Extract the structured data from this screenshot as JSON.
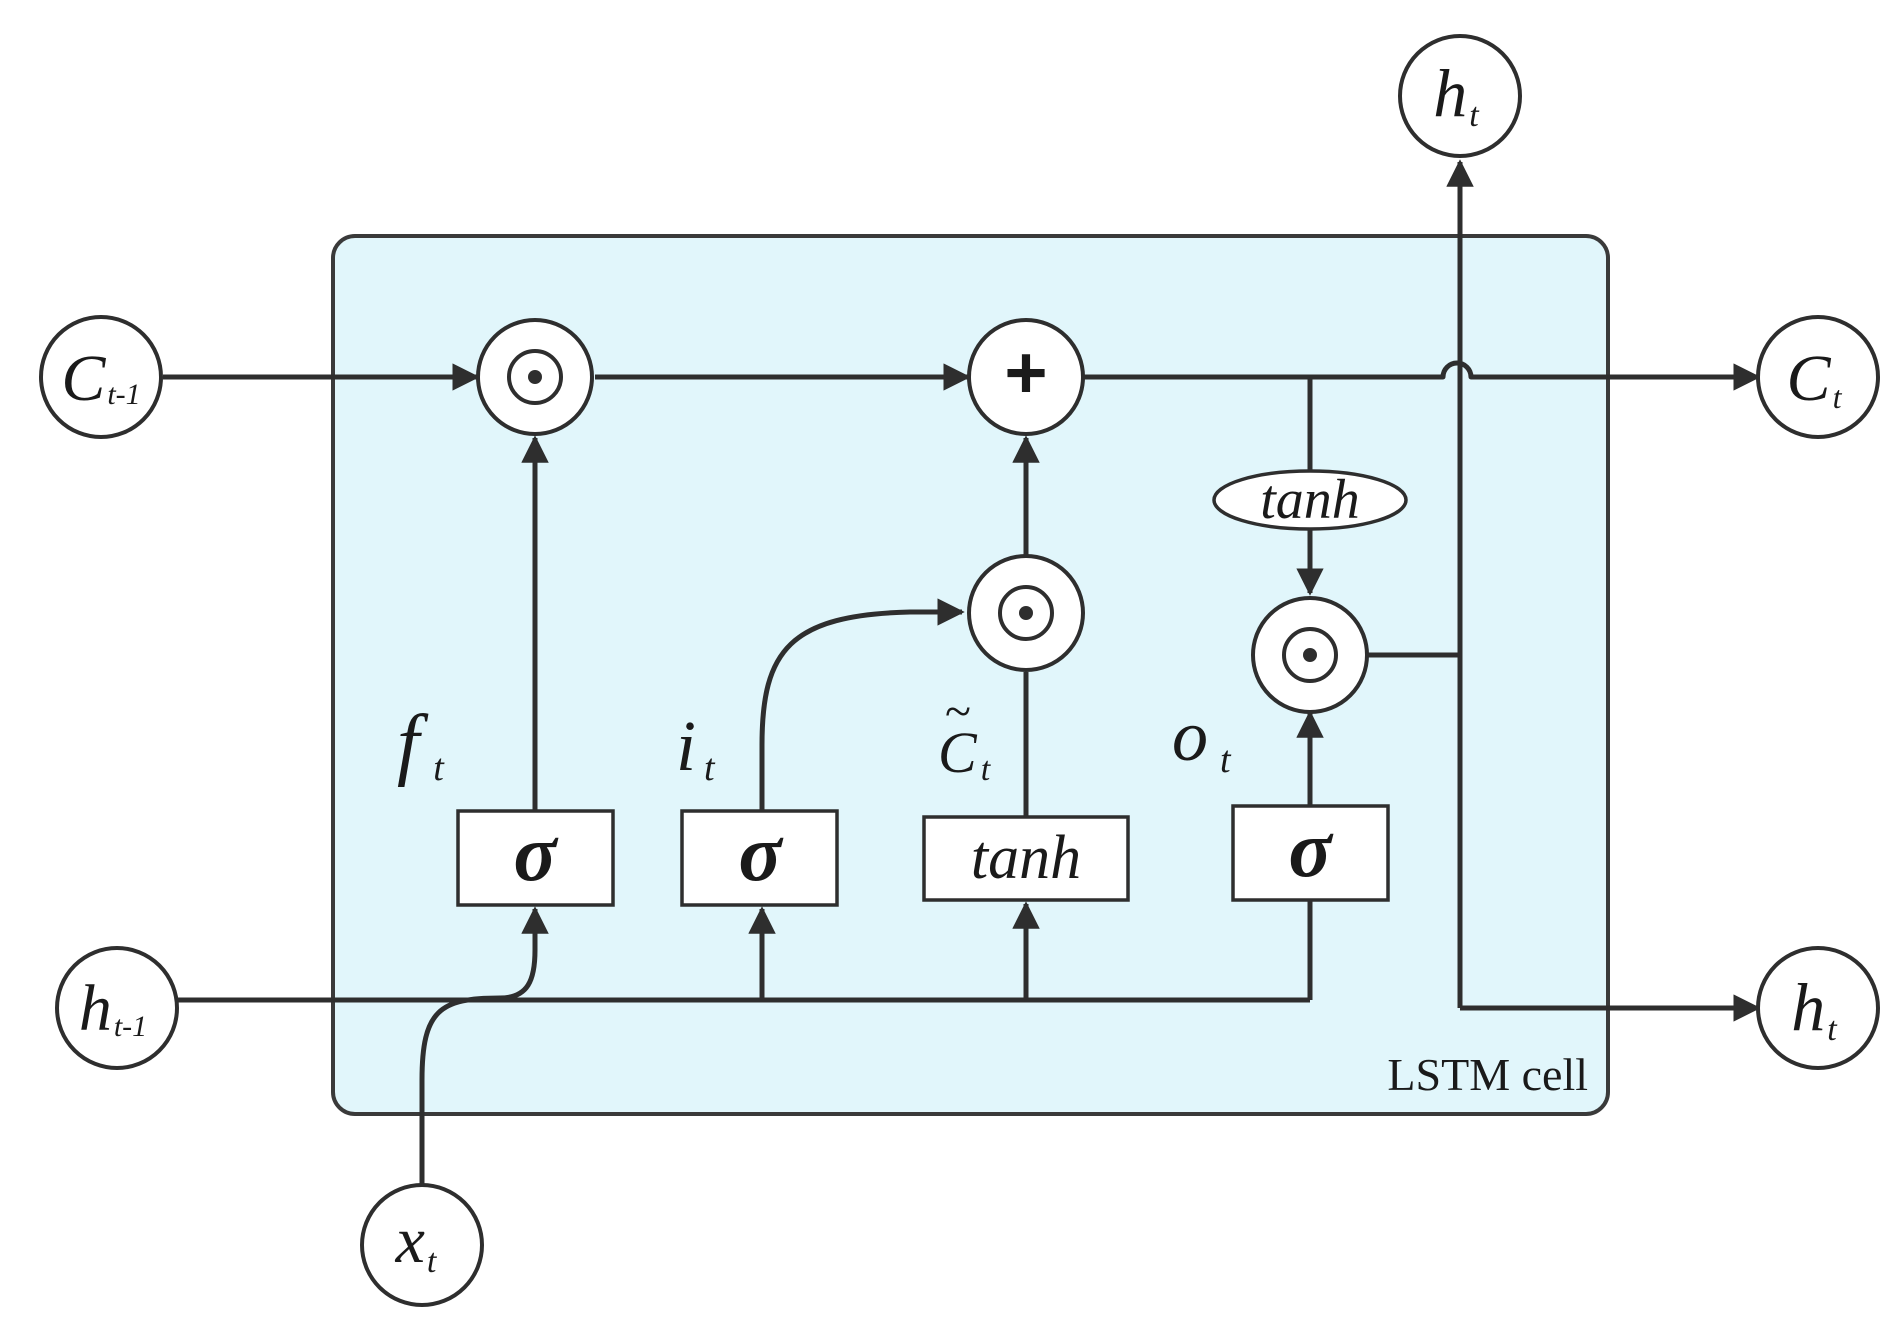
{
  "cell_label": "LSTM cell",
  "inputs": {
    "c_prev": {
      "base": "C",
      "sub": "t-1"
    },
    "h_prev": {
      "base": "h",
      "sub": "t-1"
    },
    "x": {
      "base": "x",
      "sub": "t"
    }
  },
  "outputs": {
    "c": {
      "base": "C",
      "sub": "t"
    },
    "h_top": {
      "base": "h",
      "sub": "t"
    },
    "h_right": {
      "base": "h",
      "sub": "t"
    }
  },
  "gates": {
    "forget": {
      "fn": "σ",
      "label": "f",
      "sub": "t"
    },
    "input": {
      "fn": "σ",
      "label": "i",
      "sub": "t"
    },
    "candidate": {
      "fn": "tanh",
      "label": "C",
      "mark": "~",
      "sub": "t"
    },
    "output": {
      "fn": "σ",
      "label": "o",
      "sub": "t"
    }
  },
  "ops": {
    "add": "+",
    "cell_tanh": "tanh"
  },
  "colors": {
    "cell_fill": "#e1f6fb",
    "stroke": "#2e2e2e"
  }
}
